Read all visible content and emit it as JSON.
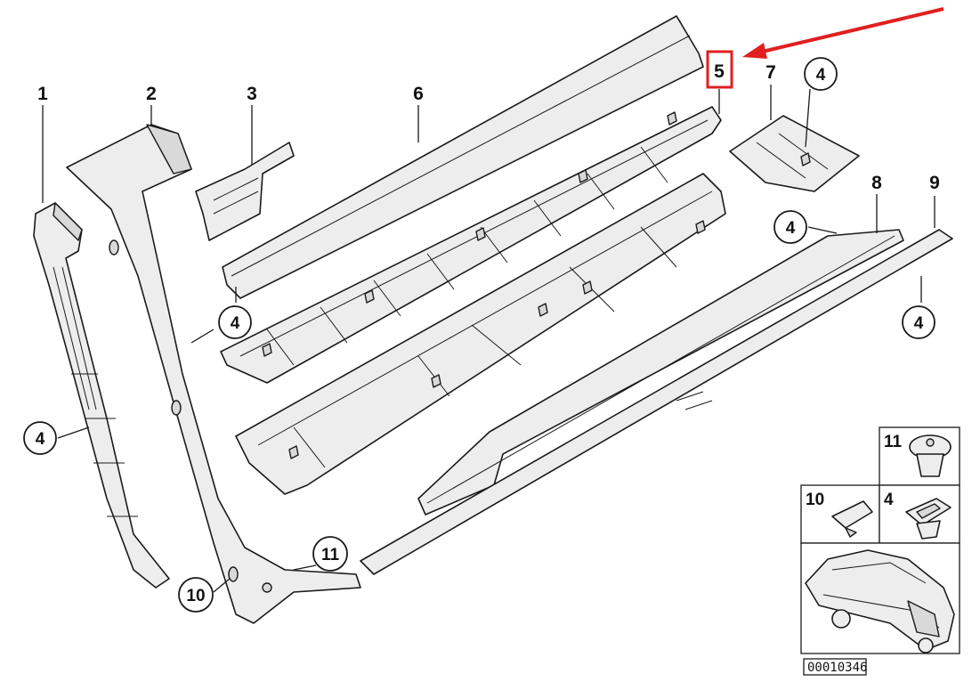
{
  "diagram": {
    "callouts": {
      "p1": "1",
      "p2": "2",
      "p3": "3",
      "p5": "5",
      "p6": "6",
      "p7": "7",
      "p8": "8",
      "p9": "9",
      "c4a": "4",
      "c4b": "4",
      "c4c": "4",
      "c4d": "4",
      "c4e": "4",
      "c10": "10",
      "c11": "11"
    },
    "highlight": {
      "label": "5",
      "color": "#e02020"
    },
    "legend": {
      "item11": "11",
      "item10": "10",
      "item4": "4",
      "code": "00010346"
    }
  }
}
